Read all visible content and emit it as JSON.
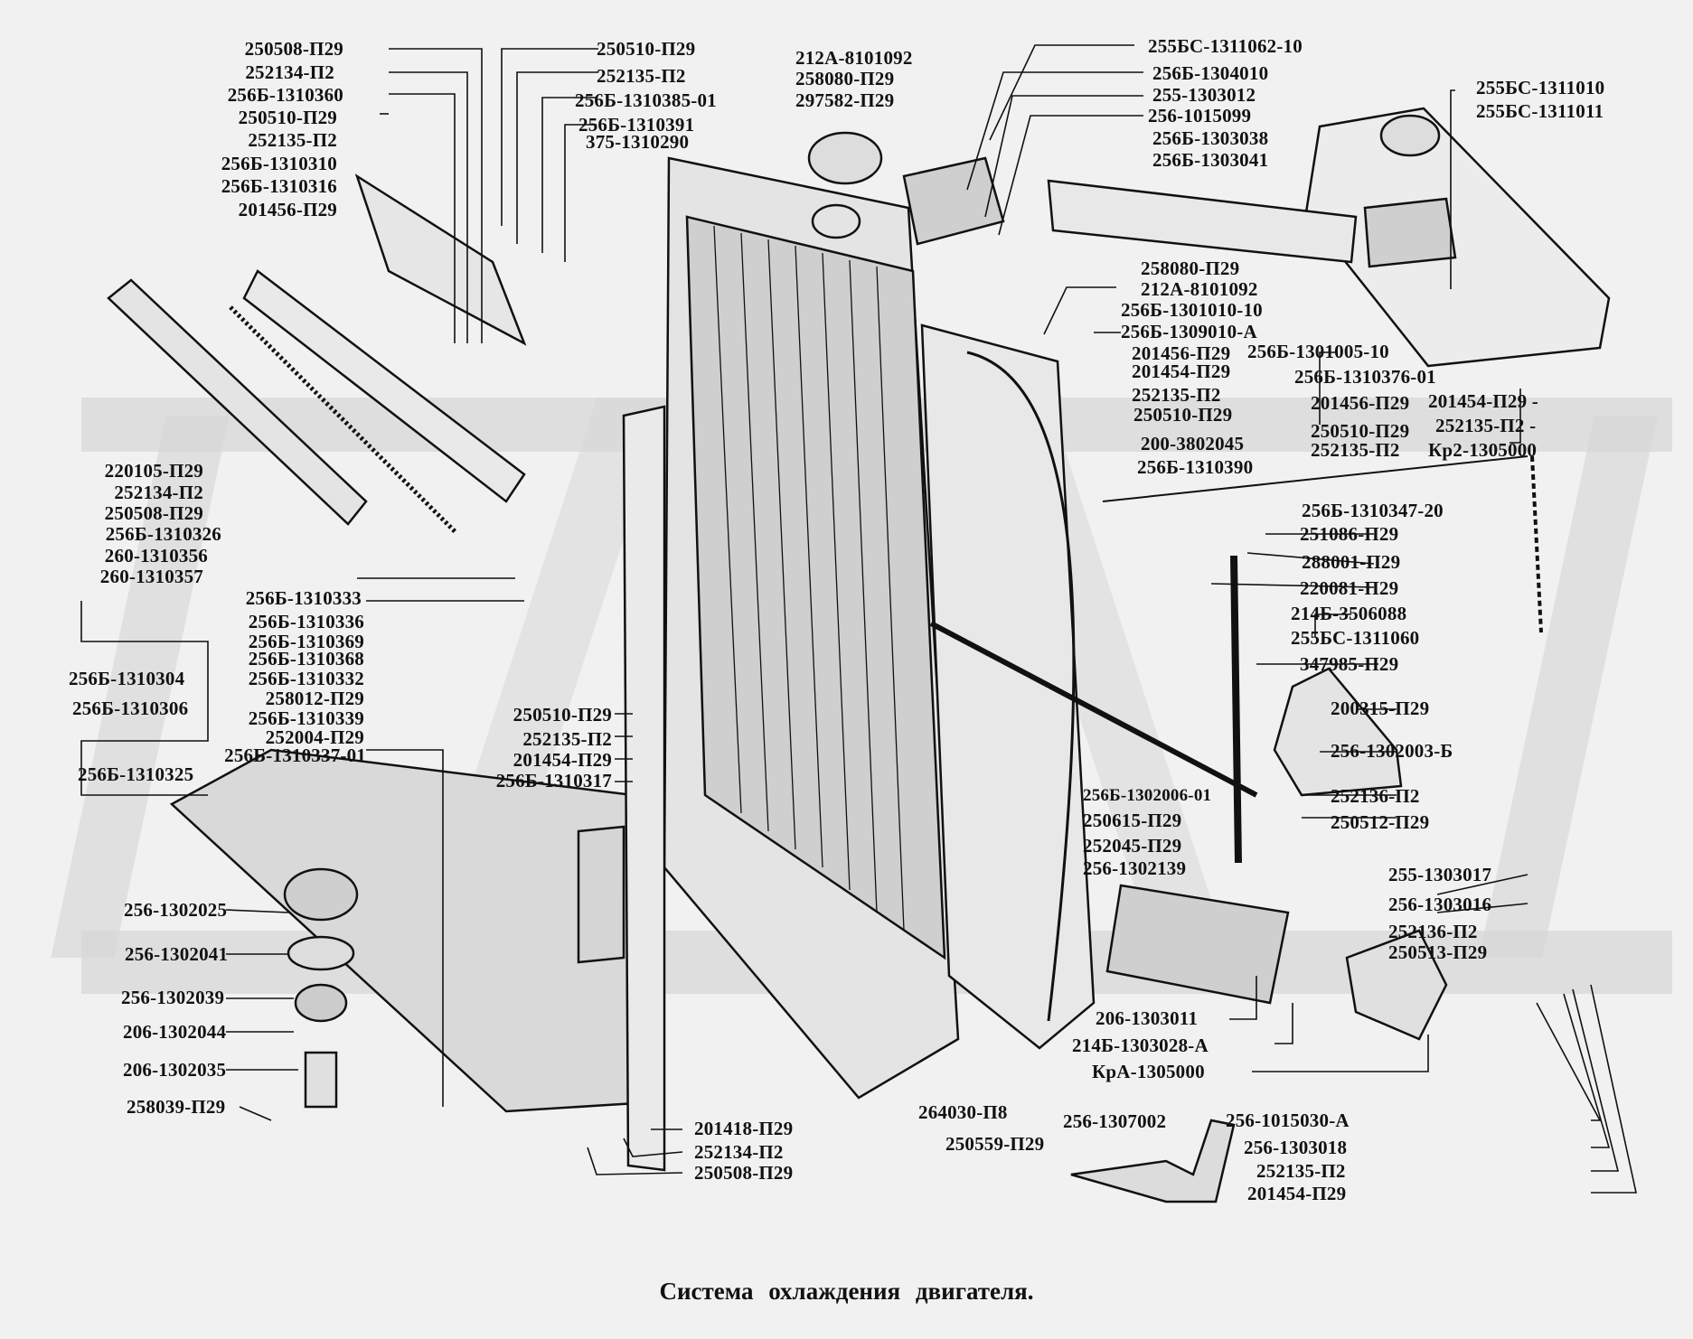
{
  "diagram": {
    "title": "Система охлаждения двигателя.",
    "type": "exploded-parts-diagram",
    "colors": {
      "background": "#f1f1f1",
      "ink": "#111111",
      "watermark": "#d6d6d6"
    },
    "labels": {
      "top_left": [
        "250508-П29",
        "252134-П2",
        "256Б-1310360",
        "250510-П29",
        "252135-П2",
        "256Б-1310310",
        "256Б-1310316",
        "201456-П29"
      ],
      "top_center": [
        "250510-П29",
        "252135-П2",
        "256Б-1310385-01",
        "256Б-1310391",
        "375-1310290",
        "212А-8101092",
        "258080-П29",
        "297582-П29"
      ],
      "top_right": [
        "255БС-1311062-10",
        "256Б-1304010",
        "255-1303012",
        "256-1015099",
        "256Б-1303038",
        "256Б-1303041",
        "255БС-1311010",
        "255БС-1311011",
        "258080-П29",
        "212А-8101092",
        "256Б-1301010-10",
        "256Б-1309010-А",
        "256Б-1301005-10",
        "201456-П29",
        "201454-П29",
        "252135-П2",
        "250510-П29",
        "256Б-1310376-01",
        "201456-П29",
        "250510-П29",
        "252135-П2",
        "201454-П29 -",
        "252135-П2 -",
        "Кр2-1305000",
        "200-3802045",
        "256Б-1310390",
        "256Б-1310347-20"
      ],
      "middle_right": [
        "251086-П29",
        "288001-П29",
        "220081-П29",
        "214Б-3506088",
        "255БС-1311060",
        "347985-П29",
        "200315-П29",
        "256-1302003-Б",
        "256Б-1302006-01",
        "252136-П2",
        "250512-П29",
        "250615-П29",
        "252045-П29",
        "256-1302139"
      ],
      "bottom_right": [
        "255-1303017",
        "256-1303016",
        "252136-П2",
        "250513-П29",
        "206-1303011",
        "214Б-1303028-А",
        "КрА-1305000",
        "256-1015030-А",
        "256-1303018",
        "252135-П2",
        "201454-П29",
        "256-1307002",
        "264030-П8",
        "250559-П29"
      ],
      "left": [
        "220105-П29",
        "252134-П2",
        "250508-П29",
        "256Б-1310326",
        "260-1310356",
        "260-1310357",
        "256Б-1310333",
        "256Б-1310336",
        "256Б-1310369",
        "256Б-1310368",
        "256Б-1310304",
        "256Б-1310332",
        "256Б-1310306",
        "258012-П29",
        "256Б-1310339",
        "252004-П29",
        "256Б-1310337-01",
        "256Б-1310325",
        "250510-П29",
        "252135-П2",
        "201454-П29",
        "256Б-1310317"
      ],
      "bottom_left": [
        "256-1302025",
        "256-1302041",
        "256-1302039",
        "206-1302044",
        "206-1302035",
        "258039-П29",
        "201418-П29",
        "252134-П2",
        "250508-П29"
      ]
    }
  }
}
